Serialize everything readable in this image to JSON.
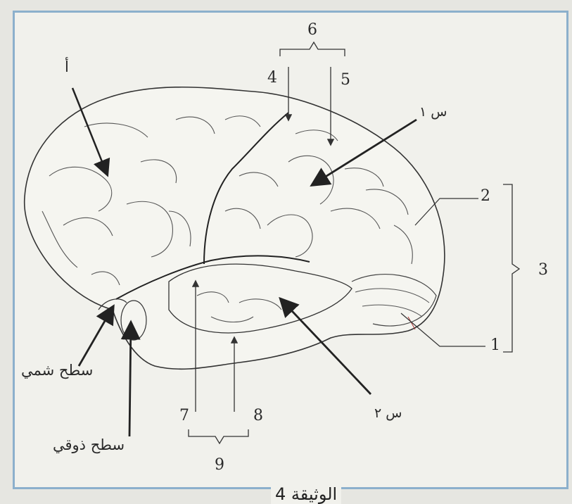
{
  "figure": {
    "caption": "الوثيقة 4",
    "labels": {
      "a": "أ",
      "s1": "س ١",
      "s2": "س ٢",
      "olfactory": "سطح شمي",
      "gustatory": "سطح ذوقي",
      "n1": "1",
      "n2": "2",
      "n3": "3",
      "n4": "4",
      "n5": "5",
      "n6": "6",
      "n7": "7",
      "n8": "8",
      "n9": "9"
    }
  }
}
